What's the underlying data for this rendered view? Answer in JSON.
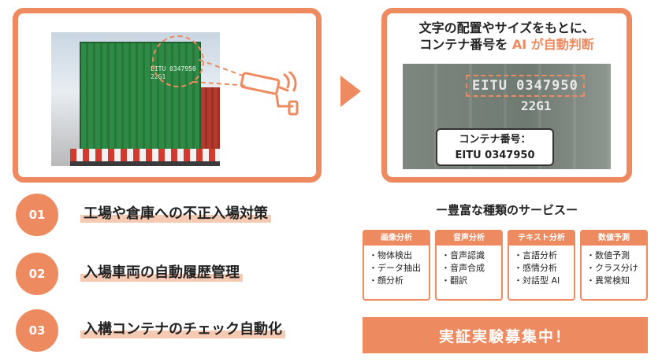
{
  "colors": {
    "accent": "#ee8a5f",
    "highlight": "#f6c9b3",
    "text": "#222222"
  },
  "photo": {
    "container_line1": "EITU 0347950",
    "container_line2": "22G1"
  },
  "detection": {
    "title_line1": "文字の配置やサイズをもとに、",
    "title_line2_prefix": "コンテナ番号を ",
    "title_line2_accent": "AI が自動判断",
    "zoom_code": "EITU 0347950",
    "zoom_code2": "22G1",
    "result_label": "コンテナ番号：",
    "result_value": "EITU 0347950"
  },
  "features": [
    {
      "number": "01",
      "label": "工場や倉庫への不正入場対策"
    },
    {
      "number": "02",
      "label": "入場車両の自動履歴管理"
    },
    {
      "number": "03",
      "label": "入構コンテナのチェック自動化"
    }
  ],
  "services": {
    "title": "ー豊富な種類のサービスー",
    "cards": [
      {
        "head": "画像分析",
        "items": [
          "物体検出",
          "データ抽出",
          "顔分析"
        ]
      },
      {
        "head": "音声分析",
        "items": [
          "音声認識",
          "音声合成",
          "翻訳"
        ]
      },
      {
        "head": "テキスト分析",
        "items": [
          "言語分析",
          "感情分析",
          "対話型 AI"
        ]
      },
      {
        "head": "数値予測",
        "items": [
          "数値予測",
          "クラス分け",
          "異常検知"
        ]
      }
    ]
  },
  "cta": {
    "label": "実証実験募集中！"
  },
  "icons": {
    "camera": "security-camera-icon",
    "arrow": "arrow-right-icon"
  }
}
